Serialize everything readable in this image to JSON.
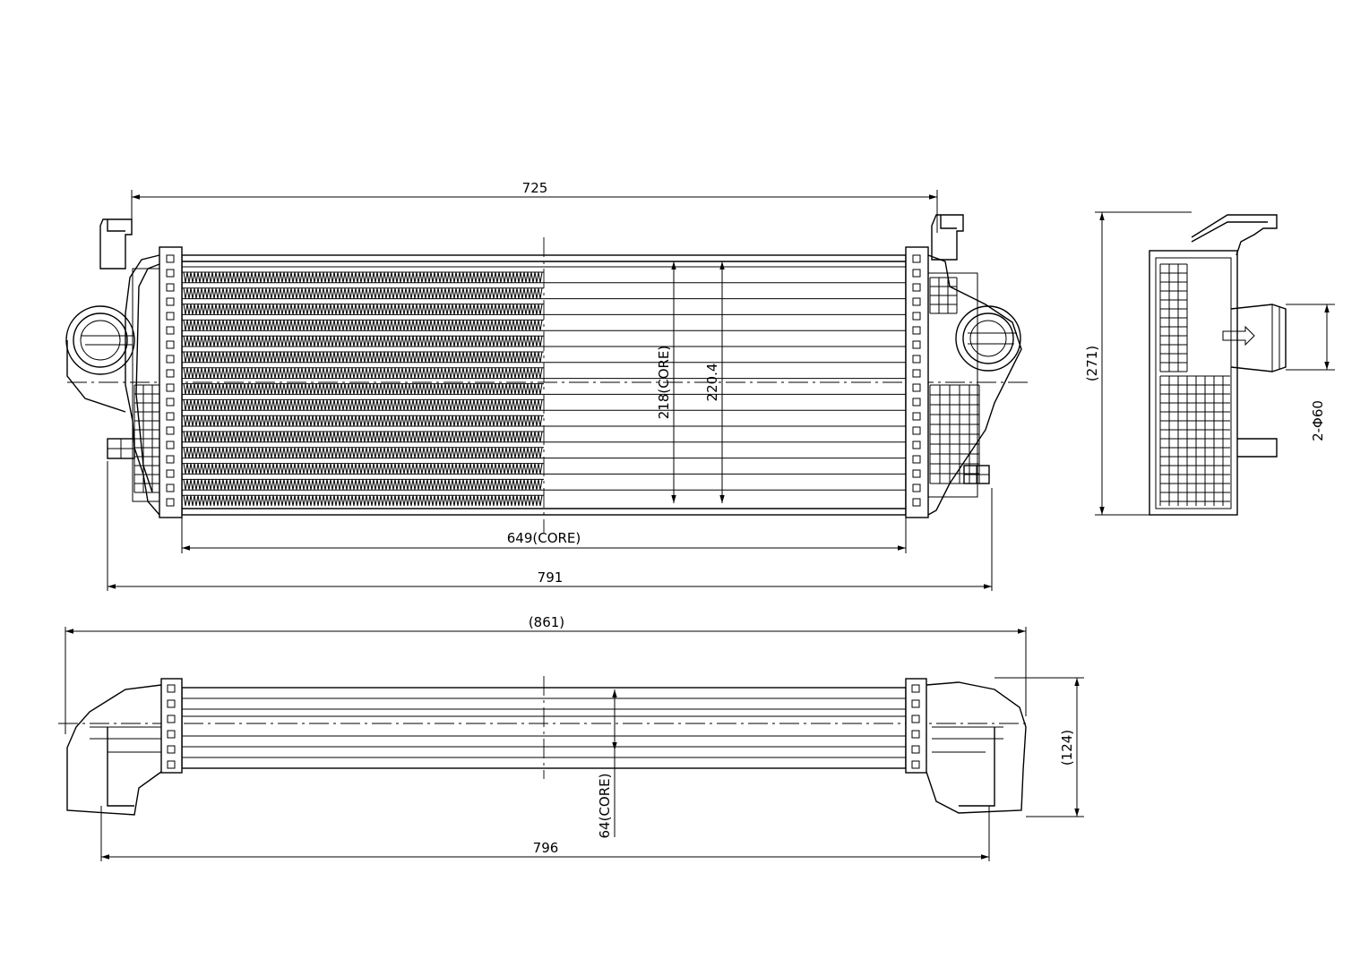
{
  "colors": {
    "line": "#000000",
    "background": "#ffffff"
  },
  "front_view": {
    "dim_overall_top": "725",
    "dim_core_width": "649(CORE)",
    "dim_overall_bottom": "791",
    "dim_core_height": "218(CORE)",
    "dim_height": "220.4"
  },
  "side_view": {
    "dim_height": "(271)",
    "dim_port": "2-Φ60"
  },
  "bottom_view": {
    "dim_total": "(861)",
    "dim_bottom": "796",
    "dim_core_depth": "64(CORE)",
    "dim_height": "(124)"
  }
}
